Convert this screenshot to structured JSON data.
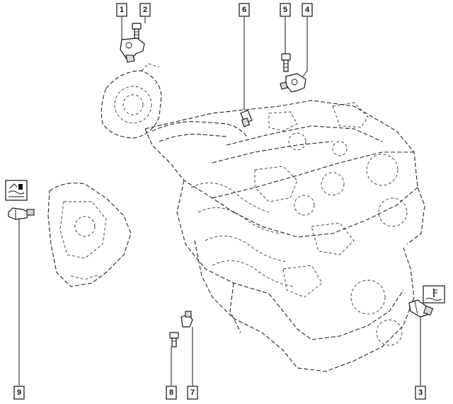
{
  "callouts": [
    {
      "id": "c1",
      "label": "1"
    },
    {
      "id": "c2",
      "label": "2"
    },
    {
      "id": "c3",
      "label": "3"
    },
    {
      "id": "c4",
      "label": "4"
    },
    {
      "id": "c5",
      "label": "5"
    },
    {
      "id": "c6",
      "label": "6"
    },
    {
      "id": "c7",
      "label": "7"
    },
    {
      "id": "c8",
      "label": "8"
    },
    {
      "id": "c9",
      "label": "9"
    }
  ],
  "icons": {
    "oil_symbol": "oil-level-warning-icon",
    "coolant_symbol": "coolant-temperature-icon"
  },
  "colors": {
    "line": "#111111",
    "background": "#ffffff"
  }
}
